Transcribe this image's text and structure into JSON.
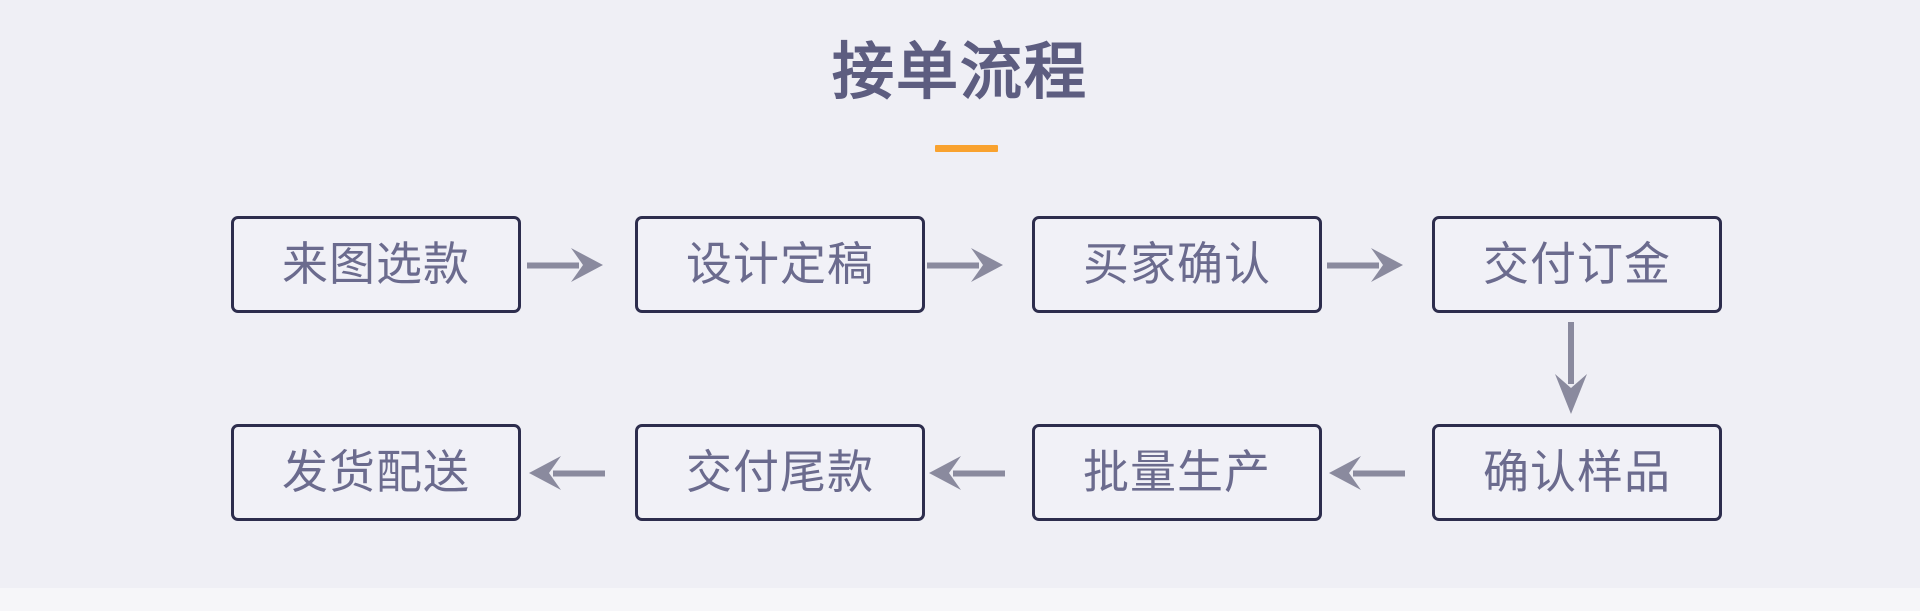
{
  "page": {
    "background_color": "#EFEFF5",
    "footer_strip_color": "#F6F6F9"
  },
  "header": {
    "title": "接单流程",
    "title_color": "#5D5D80",
    "accent_color": "#F9A22E"
  },
  "diagram": {
    "type": "flowchart",
    "box_fill_color": "#F1F1F7",
    "box_border_color": "#2D2D4D",
    "box_text_color": "#6B6B8E",
    "arrow_color": "#8A8A9E",
    "steps": [
      {
        "index": 1,
        "label": "来图选款",
        "row": 1,
        "col": 1
      },
      {
        "index": 2,
        "label": "设计定稿",
        "row": 1,
        "col": 2
      },
      {
        "index": 3,
        "label": "买家确认",
        "row": 1,
        "col": 3
      },
      {
        "index": 4,
        "label": "交付订金",
        "row": 1,
        "col": 4
      },
      {
        "index": 5,
        "label": "确认样品",
        "row": 2,
        "col": 4
      },
      {
        "index": 6,
        "label": "批量生产",
        "row": 2,
        "col": 3
      },
      {
        "index": 7,
        "label": "交付尾款",
        "row": 2,
        "col": 2
      },
      {
        "index": 8,
        "label": "发货配送",
        "row": 2,
        "col": 1
      }
    ],
    "connectors": [
      {
        "from": "来图选款",
        "to": "设计定稿",
        "direction": "right"
      },
      {
        "from": "设计定稿",
        "to": "买家确认",
        "direction": "right"
      },
      {
        "from": "买家确认",
        "to": "交付订金",
        "direction": "right"
      },
      {
        "from": "交付订金",
        "to": "确认样品",
        "direction": "down"
      },
      {
        "from": "确认样品",
        "to": "批量生产",
        "direction": "left"
      },
      {
        "from": "批量生产",
        "to": "交付尾款",
        "direction": "left"
      },
      {
        "from": "交付尾款",
        "to": "发货配送",
        "direction": "left"
      }
    ]
  }
}
